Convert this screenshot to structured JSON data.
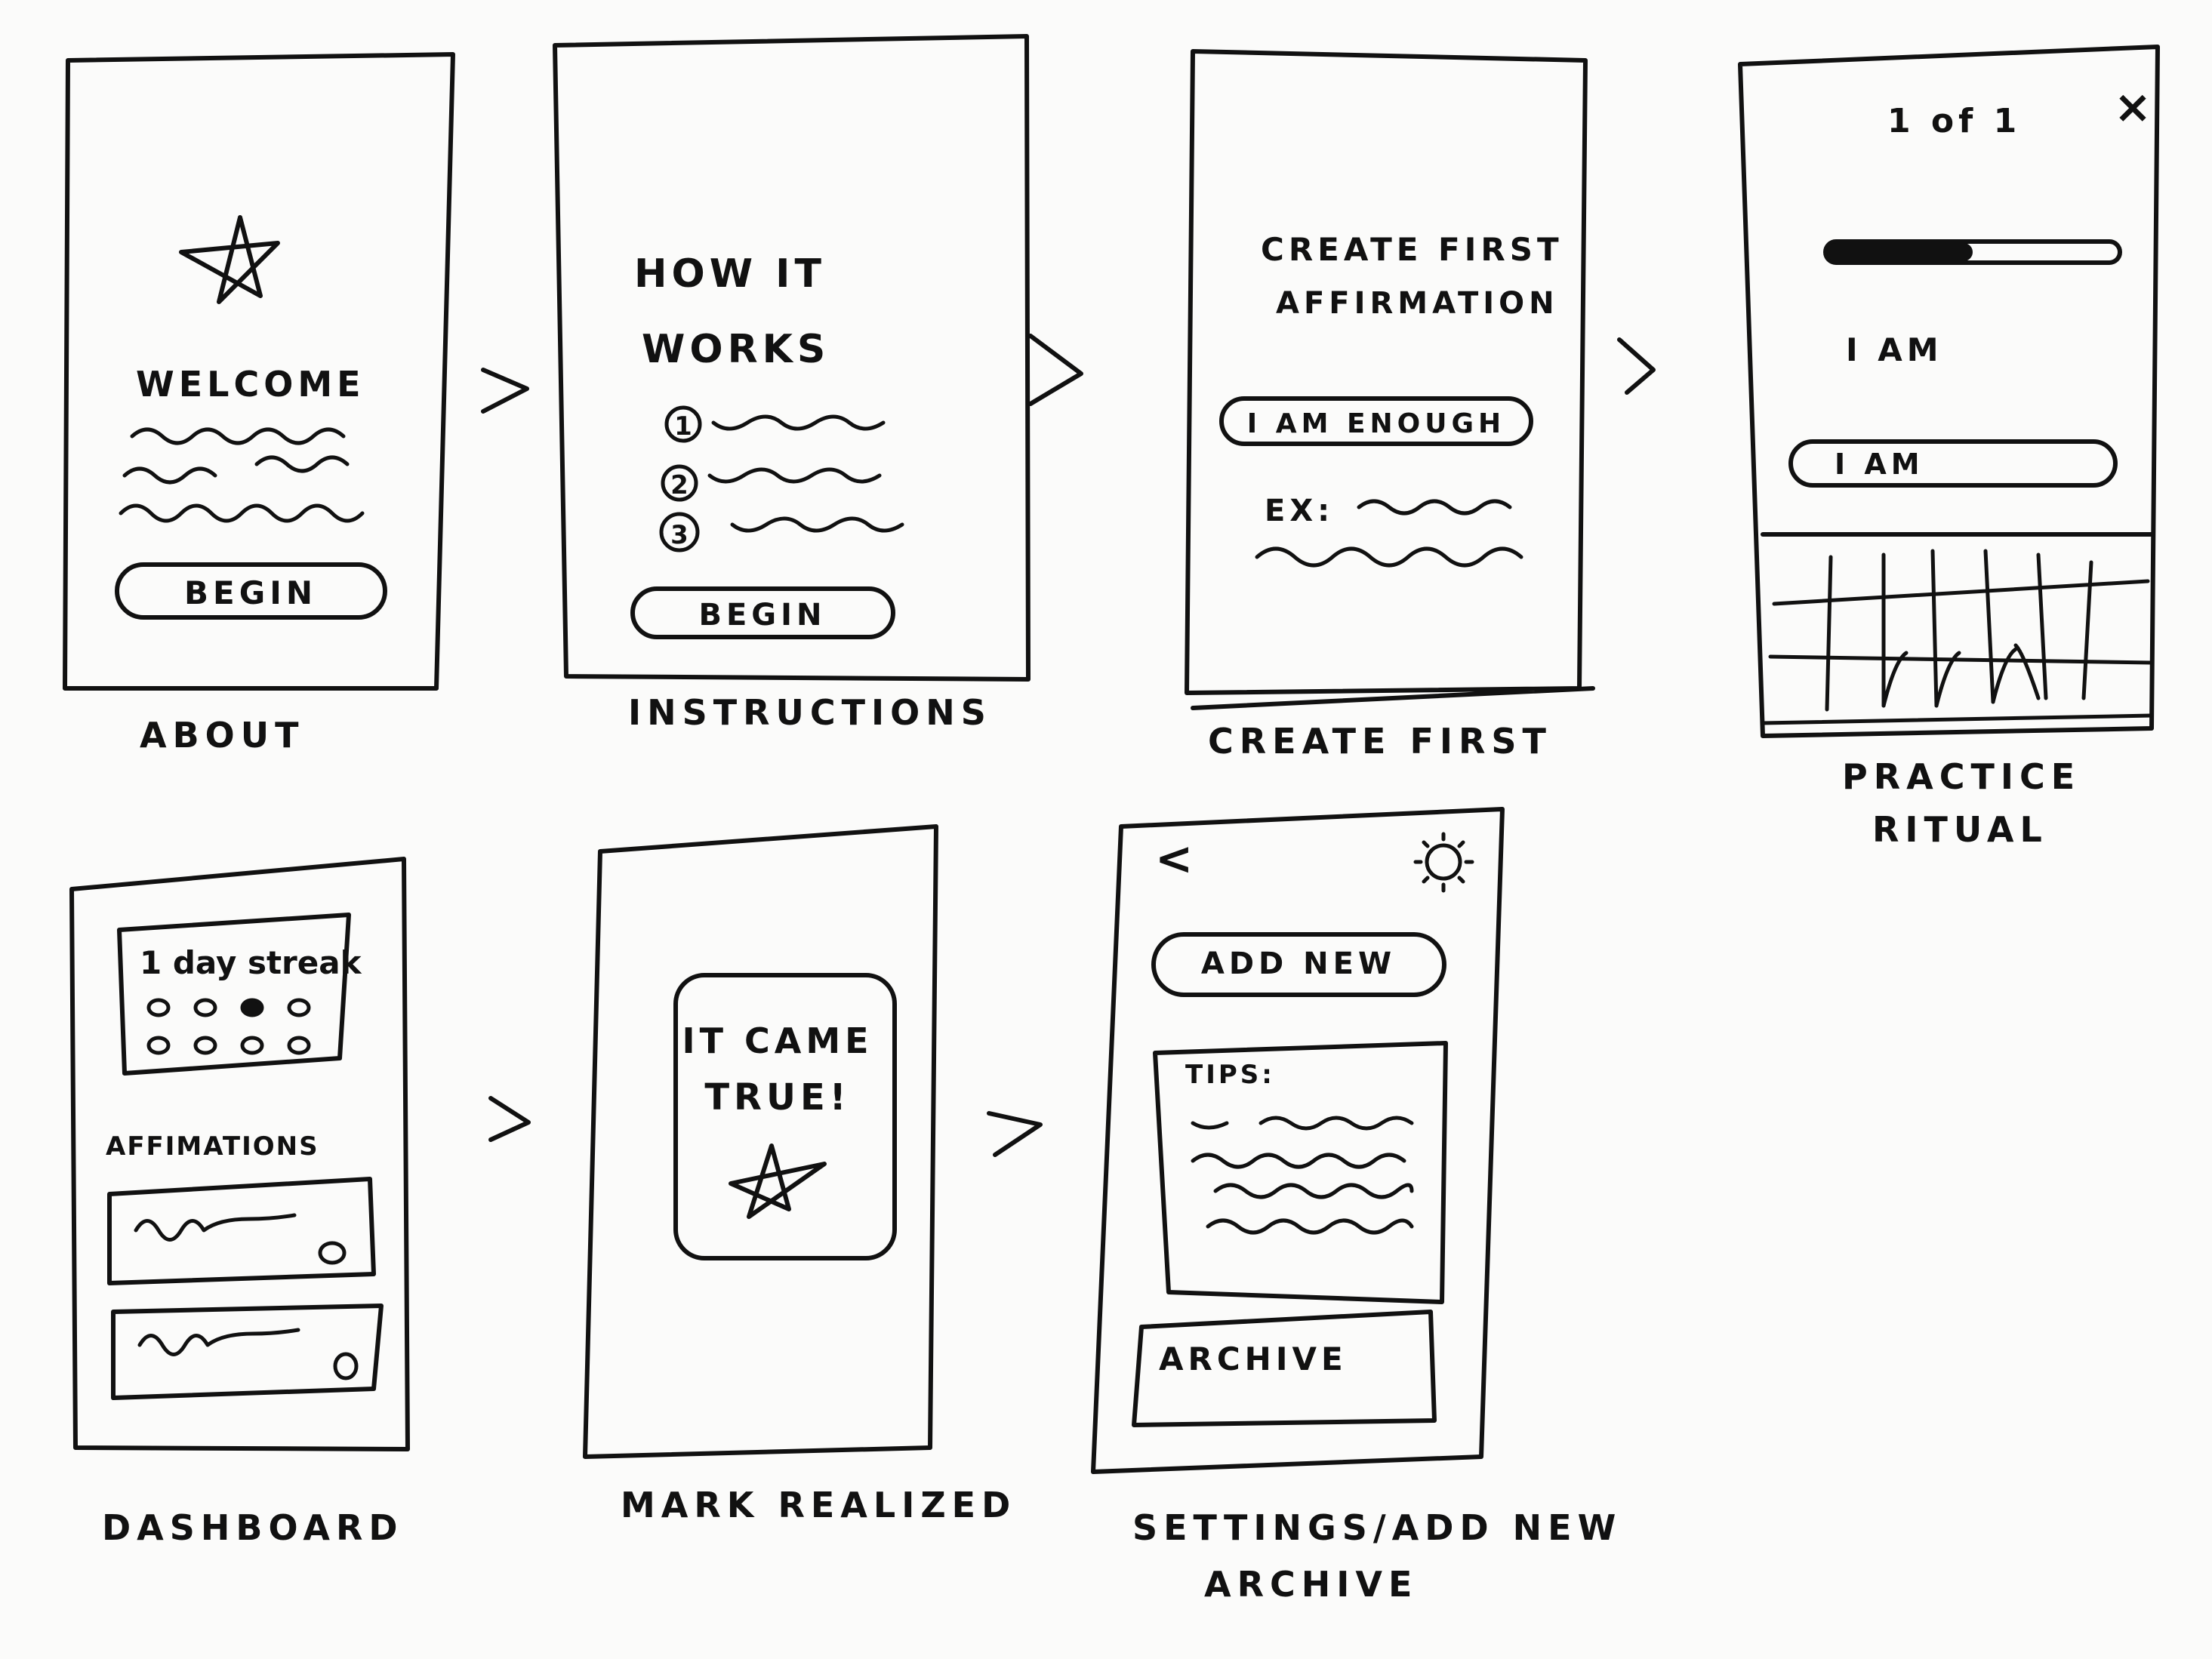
{
  "screens": {
    "about": {
      "caption": "ABOUT",
      "welcome": "WELCOME",
      "begin": "BEGIN"
    },
    "instructions": {
      "caption": "INSTRUCTIONS",
      "title_line1": "HOW IT",
      "title_line2": "WORKS",
      "steps": [
        "1",
        "2",
        "3"
      ],
      "begin": "BEGIN"
    },
    "create_first": {
      "caption": "CREATE FIRST",
      "title_line1": "CREATE FIRST",
      "title_line2": "AFFIRMATION",
      "input_value": "I AM ENOUGH",
      "example_label": "EX:"
    },
    "practice_ritual": {
      "caption_line1": "PRACTICE",
      "caption_line2": "RITUAL",
      "progress_text": "1 of 1",
      "close_icon": "×",
      "prompt": "I AM",
      "input_value": "I AM",
      "progress": 0.5
    },
    "dashboard": {
      "caption": "DASHBOARD",
      "streak": "1 day streak",
      "affirmations_label": "AFFIMATIONS",
      "streak_dots": [
        0,
        0,
        1,
        0,
        0,
        0,
        0,
        0
      ]
    },
    "mark_realized": {
      "caption": "MARK REALIZED",
      "message_line1": "IT CAME",
      "message_line2": "TRUE!"
    },
    "settings": {
      "caption_line1": "SETTINGS/ADD NEW",
      "caption_line2": "ARCHIVE",
      "back_icon": "<",
      "add_new": "ADD NEW",
      "tips_label": "TIPS:",
      "archive": "ARCHIVE"
    }
  },
  "flow_arrow": ">",
  "icons": {
    "star": "star-icon",
    "gear": "gear-icon",
    "back": "chevron-left-icon",
    "close": "close-icon"
  },
  "colors": {
    "ink": "#111111",
    "paper": "#fbfbfa"
  }
}
